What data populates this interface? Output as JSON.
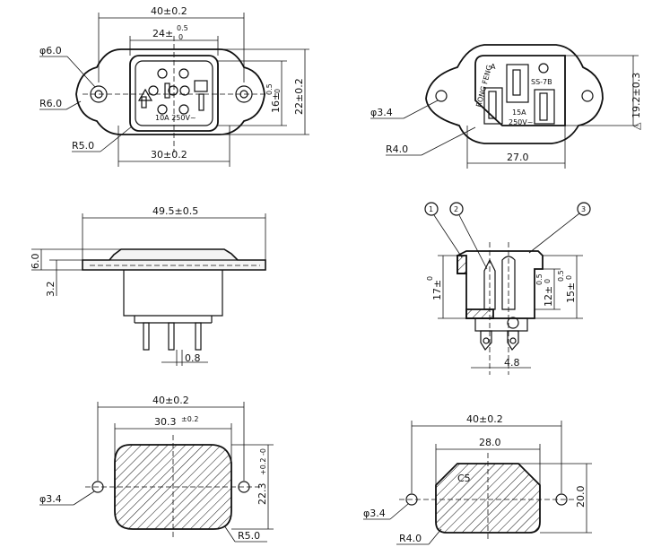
{
  "views": {
    "front_left": {
      "width_total": "40±0.2",
      "inner_base": "24±",
      "inner_tol_top": "0.5",
      "inner_tol_bot": "0",
      "hole_dia": "φ6.0",
      "outer_radius": "R6.0",
      "corner_radius": "R5.0",
      "height_inner_base": "16±",
      "height_inner_tol_top": "0.5",
      "height_inner_tol_bot": "0",
      "height_outer": "22±0.2",
      "bottom_width": "30±0.2",
      "rating_text": "10A 250V~"
    },
    "front_right": {
      "hole_dia": "φ3.4",
      "corner_radius": "R4.0",
      "brand_text": "RONG FENG",
      "model_text": "SS-7B",
      "rating_amp": "15A",
      "rating_volt": "250V~",
      "mark_a": "A",
      "width": "27.0",
      "height": "19.2±0.3",
      "height_prefix": "△"
    },
    "side_left": {
      "length": "49.5±0.5",
      "flange_thk": "6.0",
      "flange_gap": "3.2",
      "pin_thk": "0.8"
    },
    "section_right": {
      "callout_1": "1",
      "callout_2": "2",
      "callout_3": "3",
      "height_total": "17±",
      "height_total_tol": "0",
      "height_mid_base": "12±",
      "height_mid_tol_top": "0.5",
      "height_mid_tol_bot": "0",
      "height_big_base": "15±",
      "height_big_tol_top": "0.5",
      "height_big_tol_bot": "0",
      "pin_pitch": "4.8"
    },
    "cutout_left": {
      "width_outer": "40±0.2",
      "width_inner_base": "30.3",
      "width_inner_tol": "±0.2",
      "height_base": "22.3",
      "height_tol": "+0.2 -0",
      "hole_dia": "φ3.4",
      "corner_radius": "R5.0"
    },
    "cutout_right": {
      "width_outer": "40±0.2",
      "width_inner": "28.0",
      "chamfer": "C5",
      "height": "20.0",
      "hole_dia": "φ3.4",
      "corner_radius": "R4.0"
    }
  }
}
